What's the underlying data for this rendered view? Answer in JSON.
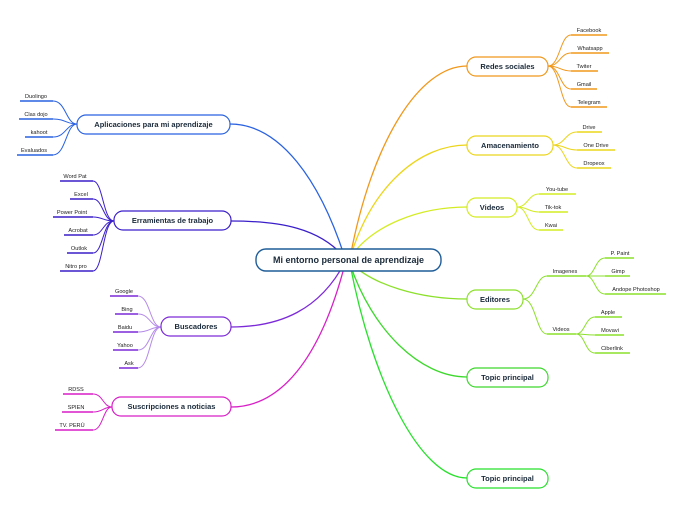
{
  "center": {
    "label": "Mi entorno personal de aprendizaje",
    "color": "#1f5d99"
  },
  "branches": {
    "aplicaciones": {
      "label": "Aplicaciones para mi aprendizaje",
      "color": "#2a62e0",
      "leaves": [
        "Duolingo",
        "Clas dojo",
        "kahoot",
        "Evaluados"
      ]
    },
    "herramientas": {
      "label": "Erramientas de trabajo",
      "color": "#3a1fc9",
      "leaves": [
        "Word Pat",
        "Excel",
        "Power Point",
        "Acrobat",
        "Outlok",
        "Nitro pro"
      ]
    },
    "buscadores": {
      "label": "Buscadores",
      "color": "#7c2ad8",
      "leaves": [
        "Google",
        "Bing",
        "Baidu",
        "Yahoo",
        "Ask"
      ]
    },
    "suscripciones": {
      "label": "Suscripciones a noticias",
      "color": "#d81fc7",
      "leaves": [
        "RDSS",
        "SPIEN",
        "TV. PERÚ"
      ]
    },
    "redes": {
      "label": "Redes sociales",
      "color": "#f0981c",
      "leaves": [
        "Facebook",
        "Whatsapp",
        "Twiter",
        "Gmail",
        "Telegram"
      ]
    },
    "almacenamiento": {
      "label": "Amacenamiento",
      "color": "#ecd51c",
      "leaves": [
        "Drive",
        "One Drive",
        "Dropeox"
      ]
    },
    "videos": {
      "label": "Videos",
      "color": "#d4ec24",
      "leaves": [
        "You-tube",
        "Tik-tok",
        "Kwai"
      ]
    },
    "editores": {
      "label": "Editores",
      "color": "#8ce02c",
      "imagenes": {
        "label": "Imagenes",
        "leaves": [
          "P. Paint",
          "Gimp",
          "Andope Photoshop"
        ]
      },
      "videos": {
        "label": "Videos",
        "leaves": [
          "Apple",
          "Movavi",
          "Ciberlink"
        ]
      }
    },
    "topic1": {
      "label": "Topic principal",
      "color": "#3dd82c"
    },
    "topic2": {
      "label": "Topic principal",
      "color": "#28e02c"
    }
  }
}
